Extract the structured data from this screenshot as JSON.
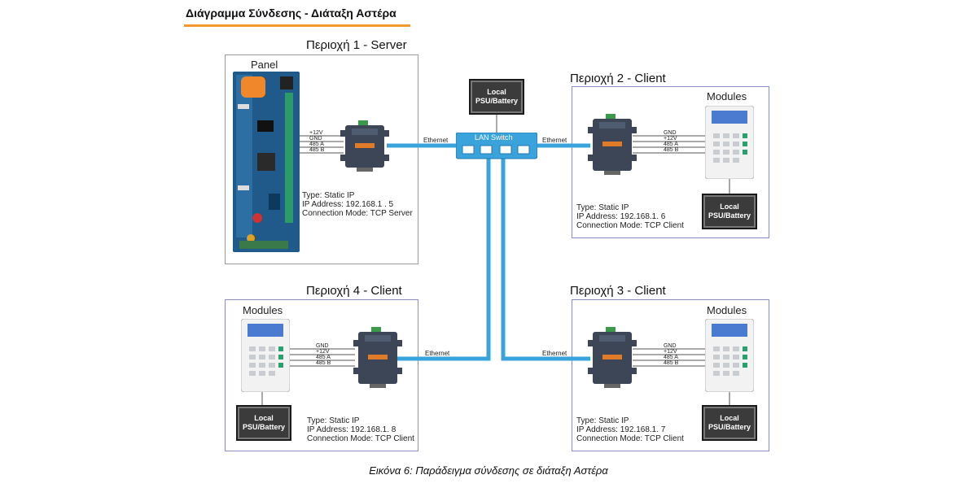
{
  "title": "Διάγραμμα Σύνδεσης - Διάταξη Αστέρα",
  "caption": "Εικόνα 6: Παράδειγμα σύνδεσης σε διάταξη Αστέρα",
  "ethernet_label": "Ethernet",
  "lan_switch_label": "LAN Switch",
  "psu": {
    "line1": "Local",
    "line2": "PSU/Battery"
  },
  "server": {
    "title": "Περιοχή 1 - Server",
    "panel_label": "Panel",
    "wires": [
      "+12V",
      "GND",
      "485 A",
      "485 B"
    ],
    "info": "Type: Static IP\nIP Address: 192.168.1 . 5\nConnection Mode: TCP Server"
  },
  "client2": {
    "title": "Περιοχή 2 - Client",
    "modules_label": "Modules",
    "wires": [
      "GND",
      "+12V",
      "485 A",
      "485 B"
    ],
    "info": "Type: Static IP\nIP Address: 192.168.1. 6\nConnection Mode: TCP Client"
  },
  "client4": {
    "title": "Περιοχή 4 - Client",
    "modules_label": "Modules",
    "wires": [
      "GND",
      "+12V",
      "485 A",
      "485 B"
    ],
    "info": "Type: Static IP\nIP Address: 192.168.1. 8\nConnection Mode: TCP Client"
  },
  "client3": {
    "title": "Περιοχή 3 - Client",
    "modules_label": "Modules",
    "wires": [
      "GND",
      "+12V",
      "485 A",
      "485 B"
    ],
    "info": "Type: Static IP\nIP Address: 192.168.1. 7\nConnection Mode: TCP Client"
  },
  "colors": {
    "ethernet_cable": "#3aa3dc",
    "title_underline": "#f29a2e",
    "region_border": "#8a8fc0",
    "psu_fill": "#3b3b3b"
  }
}
